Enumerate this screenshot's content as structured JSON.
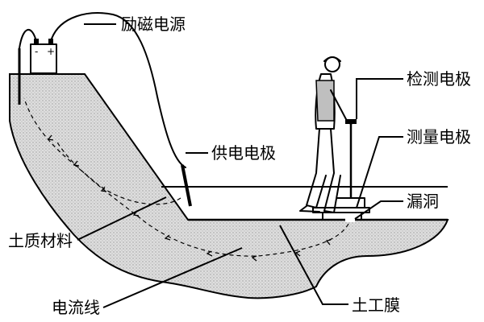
{
  "diagram": {
    "labels": {
      "power_source": "励磁电源",
      "supply_electrode": "供电电极",
      "soil_material": "土质材料",
      "current_lines": "电流线",
      "detection_electrode": "检测电极",
      "measuring_electrode": "测量电极",
      "leak_hole": "漏洞",
      "geomembrane": "土工膜"
    },
    "battery_terminals": {
      "negative": "-",
      "positive": "+"
    },
    "colors": {
      "ink": "#000000",
      "soil": "#d9d9d9",
      "background": "#ffffff"
    }
  }
}
